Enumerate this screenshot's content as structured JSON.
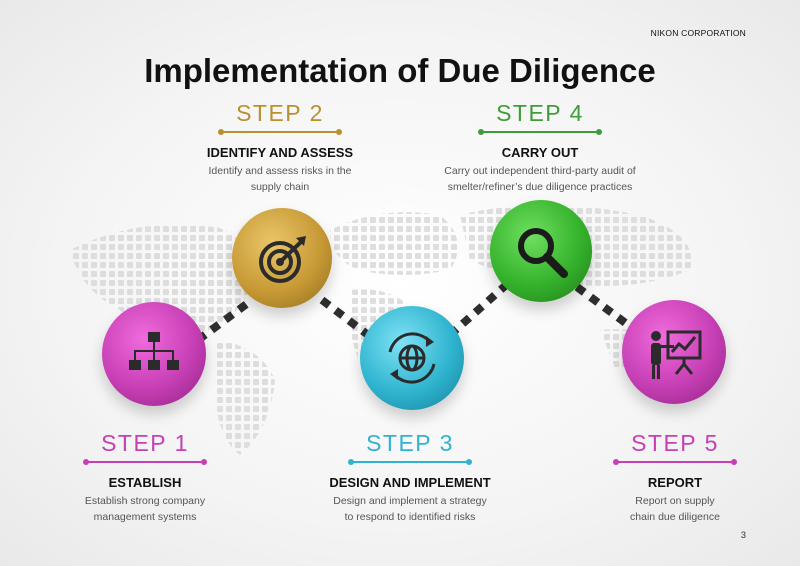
{
  "header": {
    "company": "NIKON CORPORATION",
    "title": "Implementation of Due Diligence",
    "page_number": "3"
  },
  "steps": [
    {
      "label": "STEP 1",
      "heading": "ESTABLISH",
      "desc_line1": "Establish strong company",
      "desc_line2": "management systems",
      "color": "#c63fb4",
      "icon": "org-chart-icon"
    },
    {
      "label": "STEP 2",
      "heading": "IDENTIFY AND ASSESS",
      "desc_line1": "Identify and assess risks in the",
      "desc_line2": "supply chain",
      "color": "#b8902d",
      "icon": "target-icon"
    },
    {
      "label": "STEP 3",
      "heading": "DESIGN AND IMPLEMENT",
      "desc_line1": "Design and implement a strategy",
      "desc_line2": "to respond to identified risks",
      "color": "#2fb4cf",
      "icon": "globe-cycle-icon"
    },
    {
      "label": "STEP 4",
      "heading": "CARRY OUT",
      "desc_line1": "Carry out independent third-party audit of",
      "desc_line2": "smelter/refiner’s due diligence practices",
      "color": "#3f9c3a",
      "icon": "magnifier-icon"
    },
    {
      "label": "STEP 5",
      "heading": "REPORT",
      "desc_line1": "Report on supply",
      "desc_line2": "chain due diligence",
      "color": "#c63fb4",
      "icon": "presentation-icon"
    }
  ]
}
